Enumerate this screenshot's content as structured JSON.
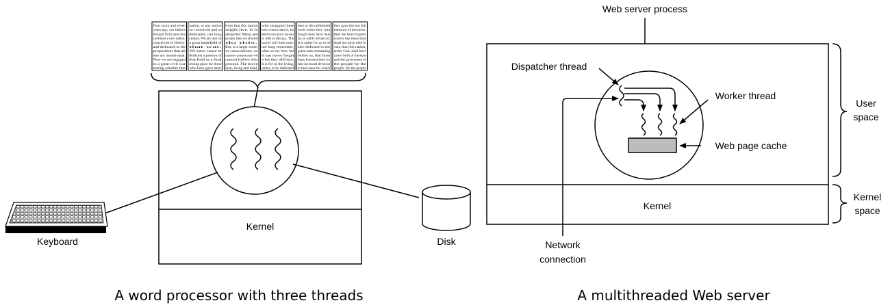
{
  "left": {
    "kernel": "Kernel",
    "keyboard": "Keyboard",
    "disk": "Disk",
    "caption": "A word processor with three threads",
    "document_columns": [
      [
        "Four score and seven",
        "years ago, our fathers",
        "brought forth upon this",
        "continent a new nation:",
        "conceived in liberty,",
        "and dedicated to the",
        "proposition that all",
        "men are created equal.",
        "Now we are engaged",
        "in a great civil war",
        "testing whether that"
      ],
      [
        "nation, or any nation",
        "so conceived and so",
        "dedicated, can long",
        "endure. We are met on",
        "a great battlefield of",
        "that war.",
        "We have come to",
        "dedicate a portion of",
        "that field as a final",
        "resting place for those",
        "who here gave their"
      ],
      [
        "lives that this nation",
        "might live. It is",
        "altogether fitting and",
        "proper that we should",
        "do this.",
        "But, in a larger sense,",
        "we cannot dedicate, we",
        "cannot consecrate we",
        "cannot hallow this",
        "ground. The brave",
        "men, living and dead,"
      ],
      [
        "who struggled here",
        "have consecrated it, far",
        "above our poor power",
        "to add or detract. The",
        "world will little note,",
        "nor long remember,",
        "what we say here, but",
        "it can never forget",
        "what they did here.",
        "It is for us the living,",
        "rather, to be dedicated"
      ],
      [
        "here to the unfinished",
        "work which they who",
        "fought here have thus",
        "far so nobly advanced.",
        "It is rather for us to be",
        "here dedicated to the",
        "great task remaining",
        "before us, that from",
        "these honored dead we",
        "take increased devotion",
        "to that cause for which"
      ],
      [
        "they gave the last full",
        "measure of devotion,",
        "that we here highly",
        "resolve that these dead",
        "shall not have died in",
        "vain that this nation,",
        "under God, shall have",
        "a new birth of freedom",
        "and that government of",
        "the people by the",
        "people, for the people"
      ]
    ]
  },
  "right": {
    "web_server_process": "Web server process",
    "dispatcher_thread": "Dispatcher thread",
    "worker_thread": "Worker thread",
    "web_page_cache": "Web page cache",
    "network_connection": [
      "Network",
      "connection"
    ],
    "kernel": "Kernel",
    "user_space": [
      "User",
      "space"
    ],
    "kernel_space": [
      "Kernel",
      "space"
    ],
    "caption": "A multithreaded Web server"
  },
  "colors": {
    "line": "#000000",
    "cache_fill": "#bdbdbd",
    "background": "#ffffff"
  }
}
